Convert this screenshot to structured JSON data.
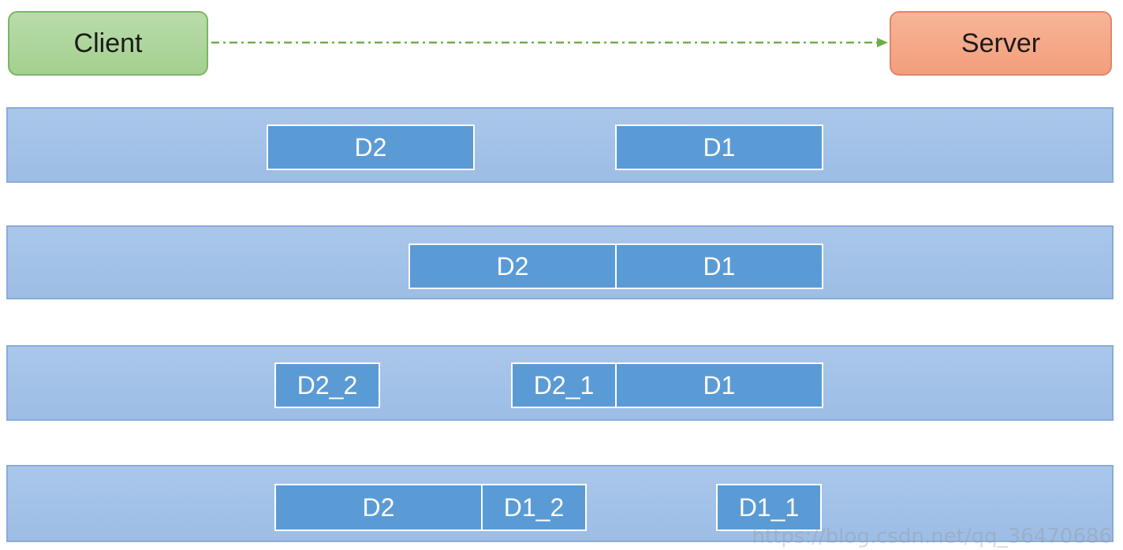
{
  "client_label": "Client",
  "server_label": "Server",
  "colors": {
    "client_fill": "#a9d595",
    "server_fill": "#f4a784",
    "band_fill": "#a4c2e8",
    "packet_fill": "#5b9bd5",
    "arrow": "#70ad47"
  },
  "rows": [
    {
      "packets": [
        "D2",
        "D1"
      ]
    },
    {
      "packets": [
        "D2",
        "D1"
      ]
    },
    {
      "packets": [
        "D2_2",
        "D2_1",
        "D1"
      ]
    },
    {
      "packets": [
        "D2",
        "D1_2",
        "D1_1"
      ]
    }
  ],
  "watermark": "https://blog.csdn.net/qq_36470686"
}
